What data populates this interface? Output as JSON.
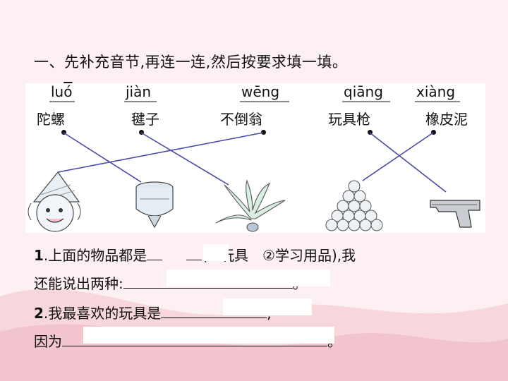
{
  "title": "一、先补充音节,再连一连,然后按要求填一填。",
  "pinyin": [
    {
      "left": "lu",
      "right": "ó"
    },
    {
      "left": "ji",
      "right": "àn"
    },
    {
      "left": "w",
      "right": "ēng"
    },
    {
      "left": "qi",
      "right": "āng"
    },
    {
      "left": "xi",
      "right": "àng"
    }
  ],
  "words": [
    "陀螺",
    "毽子",
    "不倒翁",
    "玩具枪",
    "橡皮泥"
  ],
  "icons": [
    "doll-icon",
    "top-icon",
    "shuttlecock-icon",
    "clay-icon",
    "pistol-icon"
  ],
  "q1": {
    "num": "1",
    "line1_a": ".上面的物品都是",
    "line1_b": "(①玩具　②学习用品),我",
    "line2_a": "还能说出两种:",
    "line2_end": "。"
  },
  "q2": {
    "num": "2",
    "line1_a": ".我最喜欢的玩具是",
    "line1_end": ",",
    "line2_a": "因为",
    "line2_end": "。"
  }
}
